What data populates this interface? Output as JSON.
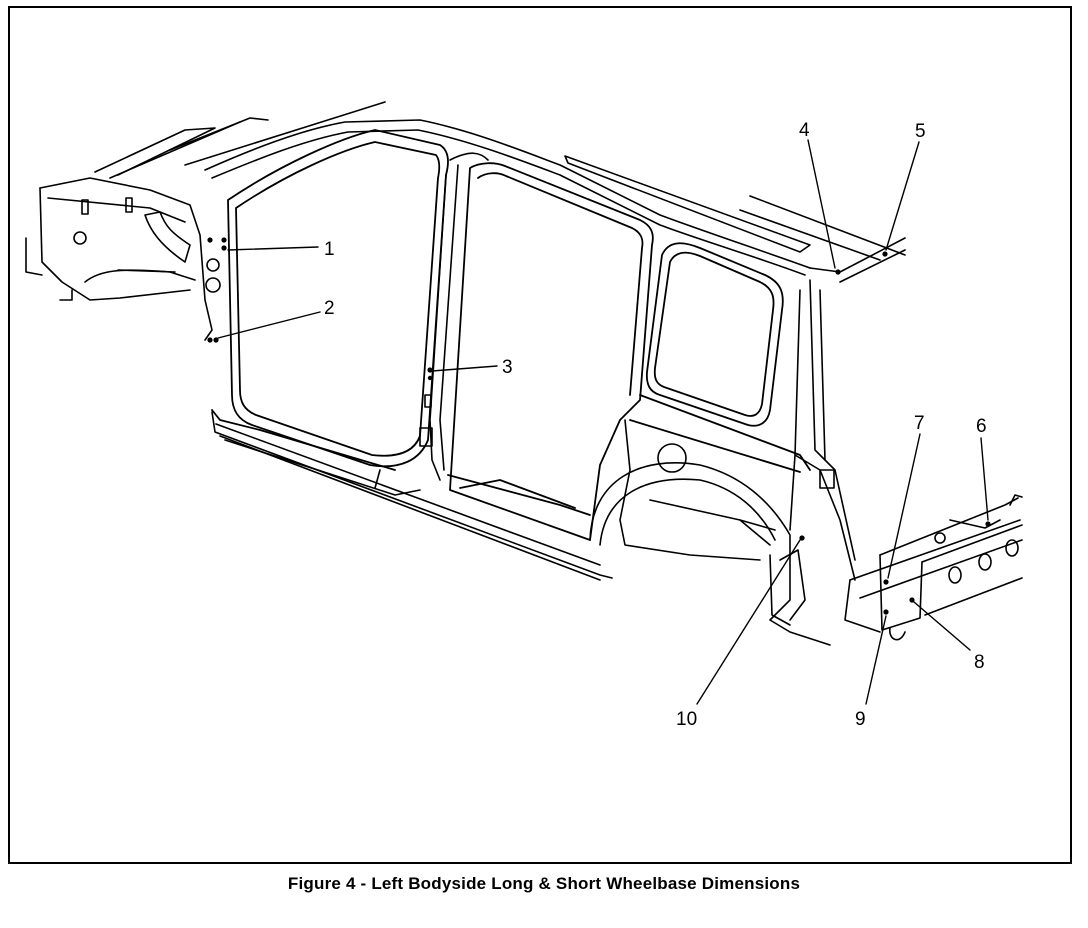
{
  "figure": {
    "caption": "Figure 4 - Left Bodyside Long & Short Wheelbase Dimensions"
  },
  "callouts": [
    {
      "id": "1",
      "label": "1"
    },
    {
      "id": "2",
      "label": "2"
    },
    {
      "id": "3",
      "label": "3"
    },
    {
      "id": "4",
      "label": "4"
    },
    {
      "id": "5",
      "label": "5"
    },
    {
      "id": "6",
      "label": "6"
    },
    {
      "id": "7",
      "label": "7"
    },
    {
      "id": "8",
      "label": "8"
    },
    {
      "id": "9",
      "label": "9"
    },
    {
      "id": "10",
      "label": "10"
    }
  ],
  "style": {
    "line_color": "#000000",
    "background": "#ffffff"
  }
}
